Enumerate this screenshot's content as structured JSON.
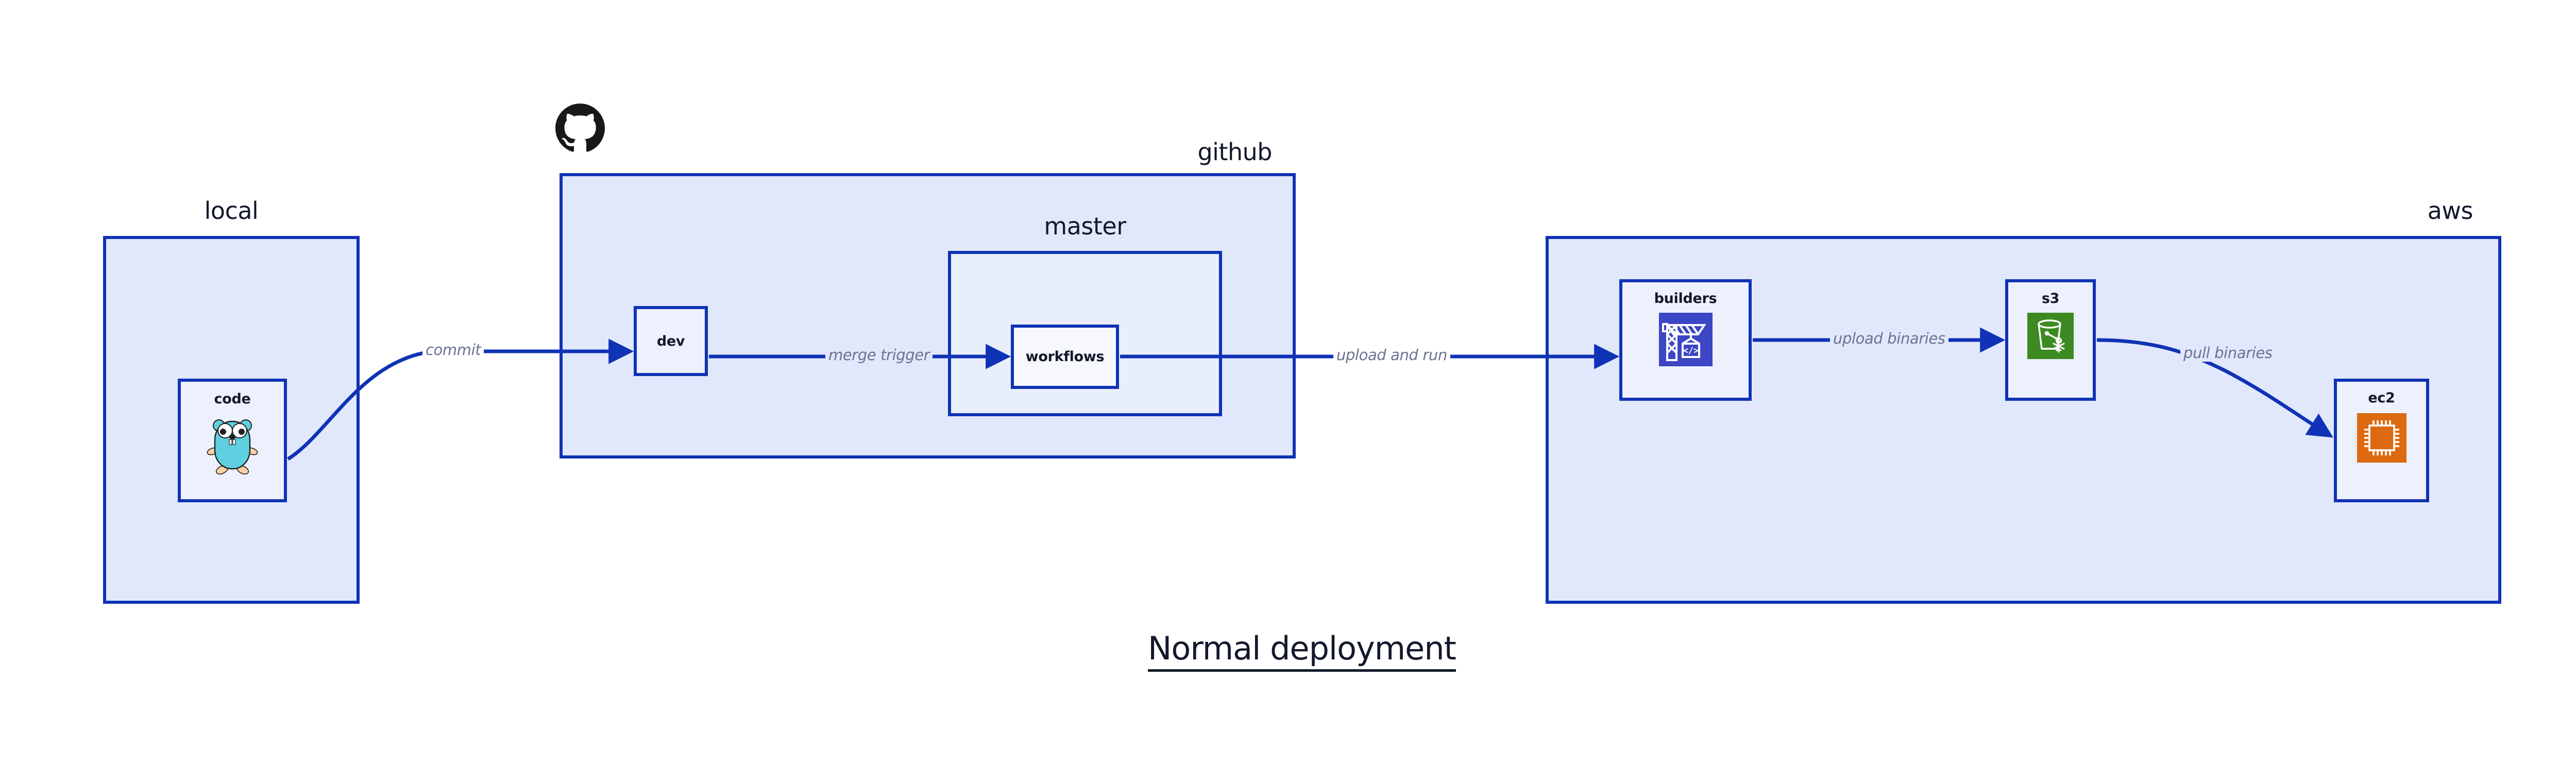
{
  "diagram": {
    "title": "Normal deployment",
    "accent_color": "#0f33b5",
    "cluster_fill": "#e2e8fb",
    "node_fill": "#edf1fd",
    "label_color": "#13182b",
    "edge_label_color": "#6b7390"
  },
  "clusters": [
    {
      "id": "local",
      "label": "local",
      "label_align": "center"
    },
    {
      "id": "github",
      "label": "github",
      "label_align": "right"
    },
    {
      "id": "master",
      "label": "master",
      "label_align": "center"
    },
    {
      "id": "aws",
      "label": "aws",
      "label_align": "right"
    }
  ],
  "nodes": [
    {
      "id": "code",
      "label": "code",
      "icon": "golang-gopher-icon",
      "cluster": "local"
    },
    {
      "id": "dev",
      "label": "dev",
      "icon": "none",
      "cluster": "github"
    },
    {
      "id": "workflows",
      "label": "workflows",
      "icon": "none",
      "cluster": "master"
    },
    {
      "id": "builders",
      "label": "builders",
      "icon": "aws-codebuild-icon",
      "cluster": "aws"
    },
    {
      "id": "s3",
      "label": "s3",
      "icon": "aws-s3-bucket-icon",
      "cluster": "aws"
    },
    {
      "id": "ec2",
      "label": "ec2",
      "icon": "aws-ec2-chip-icon",
      "cluster": "aws"
    }
  ],
  "edges": [
    {
      "id": "code-dev",
      "from": "code",
      "to": "dev",
      "label": "commit"
    },
    {
      "id": "dev-workflows",
      "from": "dev",
      "to": "workflows",
      "label": "merge trigger"
    },
    {
      "id": "workflows-builders",
      "from": "workflows",
      "to": "builders",
      "label": "upload and run"
    },
    {
      "id": "builders-s3",
      "from": "builders",
      "to": "s3",
      "label": "upload binaries"
    },
    {
      "id": "s3-ec2",
      "from": "s3",
      "to": "ec2",
      "label": "pull binaries"
    }
  ],
  "logos": [
    {
      "id": "github-logo",
      "name": "github-octocat-logo",
      "color": "#191717"
    }
  ],
  "icon_colors": {
    "codebuild_bg": "#3d46c4",
    "s3_bg": "#3d8a22",
    "ec2_bg": "#dd6a11",
    "gopher_body": "#5fd0df",
    "gopher_outline": "#231f20",
    "gopher_foot": "#f6d2a2"
  }
}
